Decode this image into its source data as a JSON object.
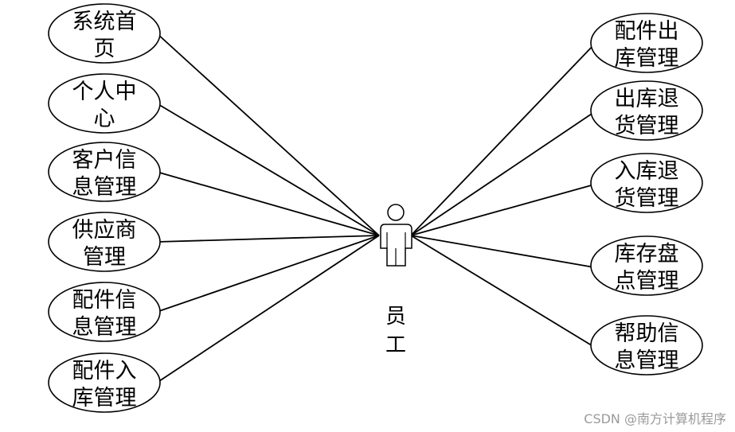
{
  "actor": {
    "label_lines": [
      "员",
      "工"
    ]
  },
  "use_cases": {
    "left": [
      {
        "id": "system-home",
        "lines": [
          "系统首",
          "页"
        ]
      },
      {
        "id": "personal-center",
        "lines": [
          "个人中",
          "心"
        ]
      },
      {
        "id": "customer-info",
        "lines": [
          "客户信",
          "息管理"
        ]
      },
      {
        "id": "supplier",
        "lines": [
          "供应商",
          "管理"
        ]
      },
      {
        "id": "parts-info",
        "lines": [
          "配件信",
          "息管理"
        ]
      },
      {
        "id": "parts-inbound",
        "lines": [
          "配件入",
          "库管理"
        ]
      }
    ],
    "right": [
      {
        "id": "parts-outbound",
        "lines": [
          "配件出",
          "库管理"
        ]
      },
      {
        "id": "outbound-return",
        "lines": [
          "出库退",
          "货管理"
        ]
      },
      {
        "id": "inbound-return",
        "lines": [
          "入库退",
          "货管理"
        ]
      },
      {
        "id": "inventory-check",
        "lines": [
          "库存盘",
          "点管理"
        ]
      },
      {
        "id": "help-info",
        "lines": [
          "帮助信",
          "息管理"
        ]
      }
    ]
  },
  "watermark": "CSDN @南方计算机程序"
}
